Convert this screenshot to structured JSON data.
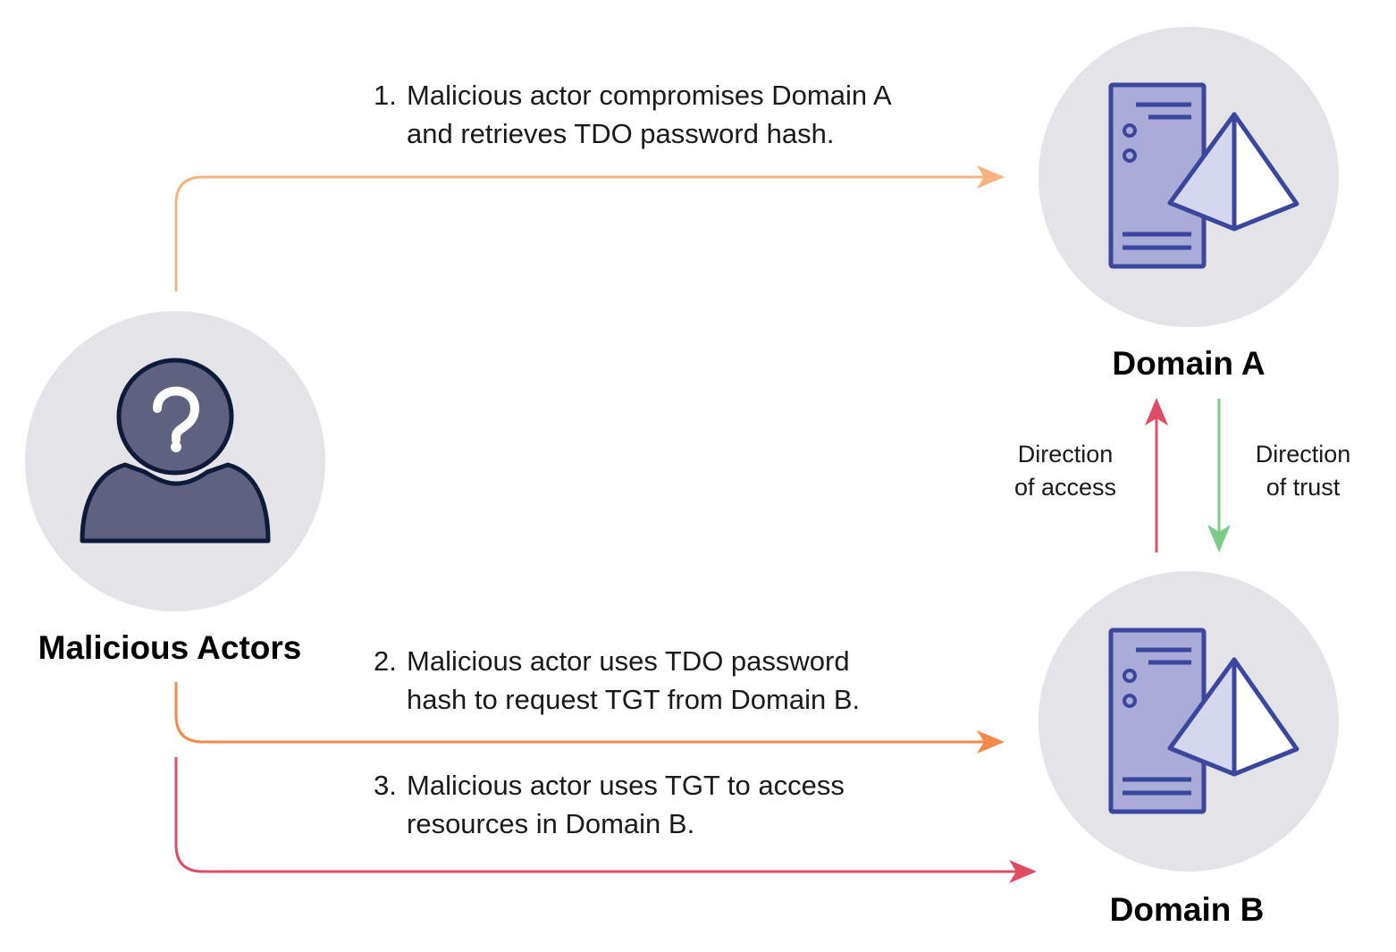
{
  "actors": {
    "label": "Malicious Actors",
    "icon": "unknown-person-icon"
  },
  "domain_a": {
    "label": "Domain A",
    "icon": "server-with-pyramid-icon"
  },
  "domain_b": {
    "label": "Domain B",
    "icon": "server-with-pyramid-icon"
  },
  "steps": [
    {
      "number": "1.",
      "line1": "Malicious actor compromises Domain A",
      "line2": "and retrieves TDO password hash."
    },
    {
      "number": "2.",
      "line1": "Malicious actor uses TDO password",
      "line2": "hash to request TGT from Domain B."
    },
    {
      "number": "3.",
      "line1": "Malicious actor uses TGT to access",
      "line2": "resources in Domain B."
    }
  ],
  "direction_access": {
    "line1": "Direction",
    "line2": "of access"
  },
  "direction_trust": {
    "line1": "Direction",
    "line2": "of trust"
  },
  "colors": {
    "circle": "#e3e3e8",
    "server_fill": "#a9acd7",
    "server_stroke": "#3b469e",
    "pyramid_light": "#d5d7ee",
    "person_fill": "#5e6180",
    "person_stroke": "#0d1a3a",
    "step1_arrow": "#f8b27f",
    "step2_arrow": "#f28a4b",
    "step3_arrow": "#e04b66",
    "access_arrow": "#e04b66",
    "trust_arrow": "#7ccb86"
  }
}
